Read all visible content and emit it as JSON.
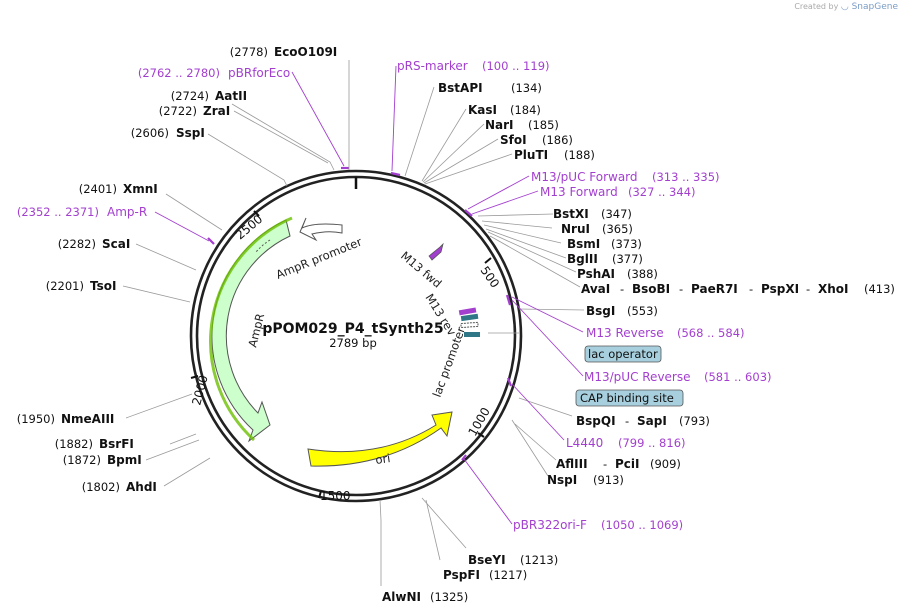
{
  "credit": {
    "prefix": "Created by",
    "brand": "SnapGene"
  },
  "plasmid": {
    "name": "pPOM029_P4_tSynth25",
    "length": "2789 bp"
  },
  "ticks": [
    "500",
    "1000",
    "1500",
    "2000",
    "2500"
  ],
  "features": {
    "ampr_promoter": "AmpR promoter",
    "ampr": "AmpR",
    "ori": "ori",
    "m13_fwd": "M13 fwd",
    "m13_rev": "M13 rev",
    "lac_promoter": "lac promoter"
  },
  "boxed_labels": {
    "lac_operator": "lac operator",
    "cap_site": "CAP binding site"
  },
  "enzymes": {
    "ecoo109i": {
      "name": "EcoO109I",
      "pos": "(2778)"
    },
    "aatii": {
      "name": "AatII",
      "pos": "(2724)"
    },
    "zrai": {
      "name": "ZraI",
      "pos": "(2722)"
    },
    "sspi": {
      "name": "SspI",
      "pos": "(2606)"
    },
    "xmni": {
      "name": "XmnI",
      "pos": "(2401)"
    },
    "scai": {
      "name": "ScaI",
      "pos": "(2282)"
    },
    "tsoi": {
      "name": "TsoI",
      "pos": "(2201)"
    },
    "nmeaiii": {
      "name": "NmeAIII",
      "pos": "(1950)"
    },
    "bsrfi": {
      "name": "BsrFI",
      "pos": "(1882)"
    },
    "bpmi": {
      "name": "BpmI",
      "pos": "(1872)"
    },
    "ahdi": {
      "name": "AhdI",
      "pos": "(1802)"
    },
    "alwni": {
      "name": "AlwNI",
      "pos": "(1325)"
    },
    "psppfi": {
      "name": "PspFI",
      "pos": "(1217)"
    },
    "bseyi": {
      "name": "BseYI",
      "pos": "(1213)"
    },
    "nspi": {
      "name": "NspI",
      "pos": "(913)"
    },
    "aflii": {
      "name": "AflIII",
      "sep": "-",
      "name2": "PciI",
      "pos": "(909)"
    },
    "bspqi": {
      "name": "BspQI",
      "sep": "-",
      "name2": "SapI",
      "pos": "(793)"
    },
    "bsgi": {
      "name": "BsgI",
      "pos": "(553)"
    },
    "avai": {
      "name": "AvaI",
      "others": [
        "BsoBI",
        "PaeR7I",
        "PspXI",
        "XhoI"
      ],
      "pos": "(413)"
    },
    "pshai": {
      "name": "PshAI",
      "pos": "(388)"
    },
    "bglii": {
      "name": "BglII",
      "pos": "(377)"
    },
    "bsmi": {
      "name": "BsmI",
      "pos": "(373)"
    },
    "trui": {
      "name": "NruI",
      "pos": "(365)"
    },
    "bstxi": {
      "name": "BstXI",
      "pos": "(347)"
    },
    "pluti": {
      "name": "PluTI",
      "pos": "(188)"
    },
    "sfoi": {
      "name": "SfoI",
      "pos": "(186)"
    },
    "nari": {
      "name": "NarI",
      "pos": "(185)"
    },
    "kasi": {
      "name": "KasI",
      "pos": "(184)"
    },
    "bstapi": {
      "name": "BstAPI",
      "pos": "(134)"
    }
  },
  "primers": {
    "pbrforeco": {
      "name": "pBRforEco",
      "range": "(2762 .. 2780)"
    },
    "ampr_primer": {
      "name": "Amp-R",
      "range": "(2352 .. 2371)"
    },
    "prs_marker": {
      "name": "pRS-marker",
      "range": "(100 .. 119)"
    },
    "m13_puc_fwd": {
      "name": "M13/pUC Forward",
      "range": "(313 .. 335)"
    },
    "m13_fwd": {
      "name": "M13 Forward",
      "range": "(327 .. 344)"
    },
    "m13_rev": {
      "name": "M13 Reverse",
      "range": "(568 .. 584)"
    },
    "m13_puc_rev": {
      "name": "M13/pUC Reverse",
      "range": "(581 .. 603)"
    },
    "l4440": {
      "name": "L4440",
      "range": "(799 .. 816)"
    },
    "pbr322ori": {
      "name": "pBR322ori-F",
      "range": "(1050 .. 1069)"
    }
  },
  "colors": {
    "primer": "#a33fcf",
    "ampr_fill": "#ccffcc",
    "ori_fill": "#ffff00",
    "lac_box": "#a7cfdd",
    "feature_teal": "#2f7687"
  }
}
